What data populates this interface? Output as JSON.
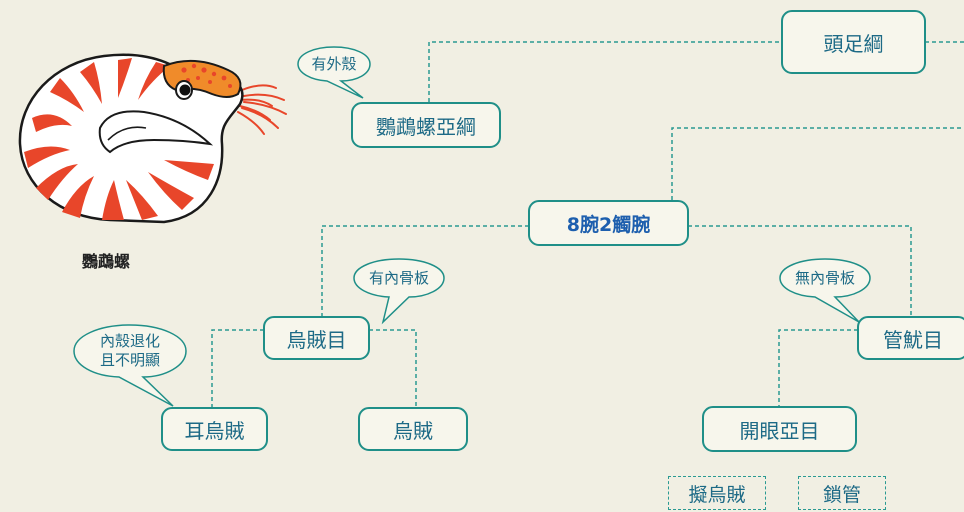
{
  "illustration_caption": "鸚鵡螺",
  "nodes": {
    "toujiaogang": "頭足綱",
    "nautiloidea": "鸚鵡螺亞綱",
    "eight_arms": "8腕2觸腕",
    "wuzeimu": "烏賊目",
    "guanyoumu": "管魷目",
    "erwuzei": "耳烏賊",
    "wuzei": "烏賊",
    "kaiyanyamu": "開眼亞目",
    "niwuzei": "擬烏賊",
    "suoguan": "鎖管"
  },
  "callouts": {
    "has_shell": "有外殼",
    "has_inner_bone": "有內骨板",
    "no_inner_bone": "無內骨板",
    "shell_reduced_line1": "內殼退化",
    "shell_reduced_line2": "且不明顯"
  },
  "colors": {
    "background": "#f1efe3",
    "node_border": "#1f8f88",
    "node_text": "#1d6a86",
    "highlight_text": "#1d5fae",
    "shell_red": "#e8462a",
    "shell_orange": "#f08b2a"
  }
}
